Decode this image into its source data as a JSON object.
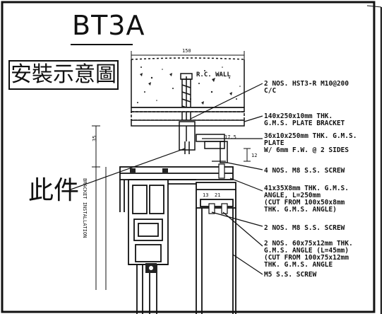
{
  "drawing": {
    "title": "BT3A",
    "chinese_title": "安裝示意圖",
    "this_part_label": "此件",
    "dimension_top": "150",
    "wall_label": "R.C. WALL",
    "vertical_label": "BRACKET INSTALLATION",
    "dim_35": "35",
    "dim_12": "12",
    "dim_17_5": "17.5",
    "dim_13": "13",
    "dim_21": "21",
    "notes": [
      "2 NOS. HST3-R M10@200\nC/C",
      "140x250x10mm THK.\nG.M.S. PLATE BRACKET",
      "36x10x250mm THK. G.M.S.\nPLATE\nW/ 6mm F.W. @ 2 SIDES",
      "4 NOS. M8 S.S. SCREW",
      "41x35X8mm THK. G.M.S.\nANGLE, L=250mm\n(CUT FROM 100x50x8mm\nTHK. G.M.S. ANGLE)",
      "2 NOS. M8 S.S. SCREW",
      "2 NOS. 60x75x12mm THK.\nG.M.S. ANGLE (L=45mm)\n(CUT FROM 100x75x12mm\nTHK. G.M.S. ANGLE",
      "M5 S.S. SCREW"
    ]
  }
}
